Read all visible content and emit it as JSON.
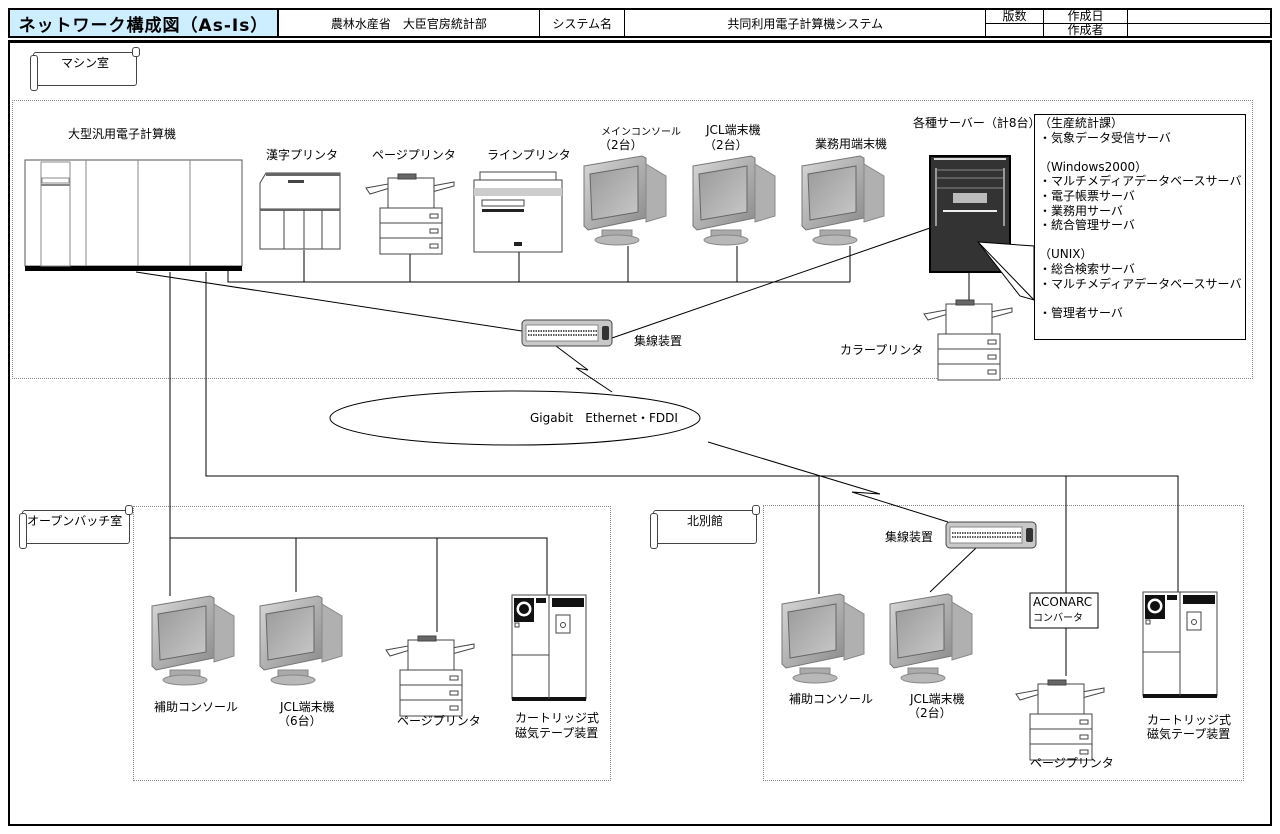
{
  "header": {
    "title": "ネットワーク構成図（As-Is）",
    "department": "農林水産省　大臣官房統計部",
    "system_name_label": "システム名",
    "system_name": "共同利用電子計算機システム",
    "version_label": "版数",
    "version_value": "",
    "created_date_label": "作成日",
    "created_date_value": "",
    "author_label": "作成者",
    "author_value": ""
  },
  "colors": {
    "title_background": "#cceeff",
    "line": "#000000",
    "zone_border": "#888888",
    "device_gray": "#a0a0a0",
    "server_dark": "#333333"
  },
  "zones": {
    "machine_room": {
      "label": "マシン室",
      "devices": {
        "mainframe": "大型汎用電子計算機",
        "kanji_printer": "漢字プリンタ",
        "page_printer": "ページプリンタ",
        "line_printer": "ラインプリンタ",
        "main_console": [
          "メインコンソール",
          "（2台）"
        ],
        "jcl_terminal": [
          "JCL端末機",
          "（2台）"
        ],
        "business_terminal": "業務用端末機",
        "servers": "各種サーバー（計8台）",
        "color_printer": "カラープリンタ",
        "hub": "集線装置"
      },
      "server_list": [
        "（生産統計課）",
        "・気象データ受信サーバ",
        "",
        "（Windows2000）",
        "・マルチメディアデータベースサーバ",
        "・電子帳票サーバ",
        "・業務用サーバ",
        "・統合管理サーバ",
        "",
        "（UNIX）",
        "・総合検索サーバ",
        "・マルチメディアデータベースサーバ",
        "",
        "・管理者サーバ"
      ]
    },
    "backbone": {
      "label": "Gigabit　Ethernet・FDDI"
    },
    "open_batch_room": {
      "label": "オープンバッチ室",
      "devices": {
        "aux_console": "補助コンソール",
        "jcl_terminal": [
          "JCL端末機",
          "（6台）"
        ],
        "page_printer": "ページプリンタ",
        "tape_unit": [
          "カートリッジ式",
          "磁気テープ装置"
        ]
      }
    },
    "north_annex": {
      "label": "北別館",
      "devices": {
        "hub": "集線装置",
        "aux_console": "補助コンソール",
        "jcl_terminal": [
          "JCL端末機",
          "（2台）"
        ],
        "converter": [
          "ACONARC",
          "コンバータ"
        ],
        "page_printer": "ページプリンタ",
        "tape_unit": [
          "カートリッジ式",
          "磁気テープ装置"
        ]
      }
    }
  }
}
